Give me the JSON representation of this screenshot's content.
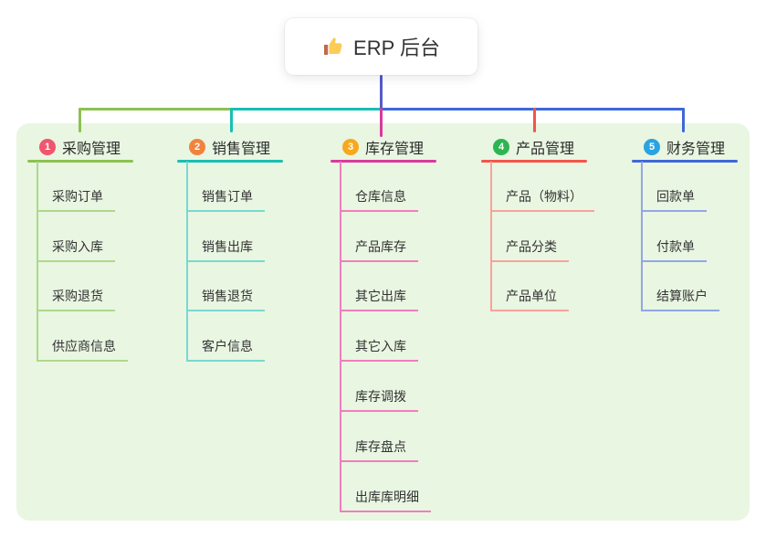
{
  "root": {
    "label": "ERP 后台",
    "icon": "thumbs-up-icon",
    "connector_color": "#545BC8"
  },
  "panel": {
    "background": "#E9F6E2"
  },
  "branches": [
    {
      "num": "1",
      "label": "采购管理",
      "colors": {
        "line": "#8CC152",
        "light": "#AFD88A",
        "circle": "#F0566E"
      },
      "children": [
        "采购订单",
        "采购入库",
        "采购退货",
        "供应商信息"
      ]
    },
    {
      "num": "2",
      "label": "销售管理",
      "colors": {
        "line": "#19BFB2",
        "light": "#79D9D0",
        "circle": "#F2833D"
      },
      "children": [
        "销售订单",
        "销售出库",
        "销售退货",
        "客户信息"
      ]
    },
    {
      "num": "3",
      "label": "库存管理",
      "colors": {
        "line": "#DA3A9C",
        "light": "#F07EBD",
        "circle": "#F8A81C"
      },
      "children": [
        "仓库信息",
        "产品库存",
        "其它出库",
        "其它入库",
        "库存调拨",
        "库存盘点",
        "出库库明细"
      ]
    },
    {
      "num": "4",
      "label": "产品管理",
      "colors": {
        "line": "#F4544A",
        "light": "#F9A29B",
        "circle": "#2DB552"
      },
      "children": [
        "产品（物料）",
        "产品分类",
        "产品单位"
      ]
    },
    {
      "num": "5",
      "label": "财务管理",
      "colors": {
        "line": "#3E68D8",
        "light": "#92A6E7",
        "circle": "#2AA3DF"
      },
      "children": [
        "回款单",
        "付款单",
        "结算账户"
      ]
    }
  ]
}
